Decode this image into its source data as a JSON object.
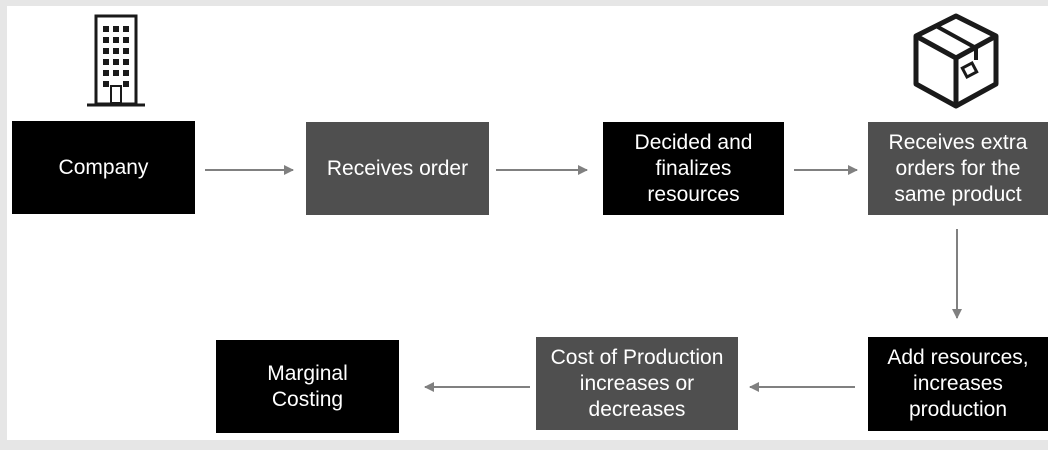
{
  "diagram": {
    "colors": {
      "black_box": "#000000",
      "gray_box": "#4f4f4f",
      "arrow": "#808080",
      "text": "#ffffff"
    },
    "icons": {
      "company": "office-building-icon",
      "product": "package-box-icon"
    },
    "nodes": {
      "company": "Company",
      "receives_order": "Receives order",
      "decided_finalizes": "Decided and\nfinalizes\nresources",
      "receives_extra_orders": "Receives extra\norders for the\nsame product",
      "add_resources": "Add resources,\nincreases\nproduction",
      "cost_of_production": "Cost of Production\nincreases or\ndecreases",
      "marginal_costing": "Marginal\nCosting"
    }
  }
}
